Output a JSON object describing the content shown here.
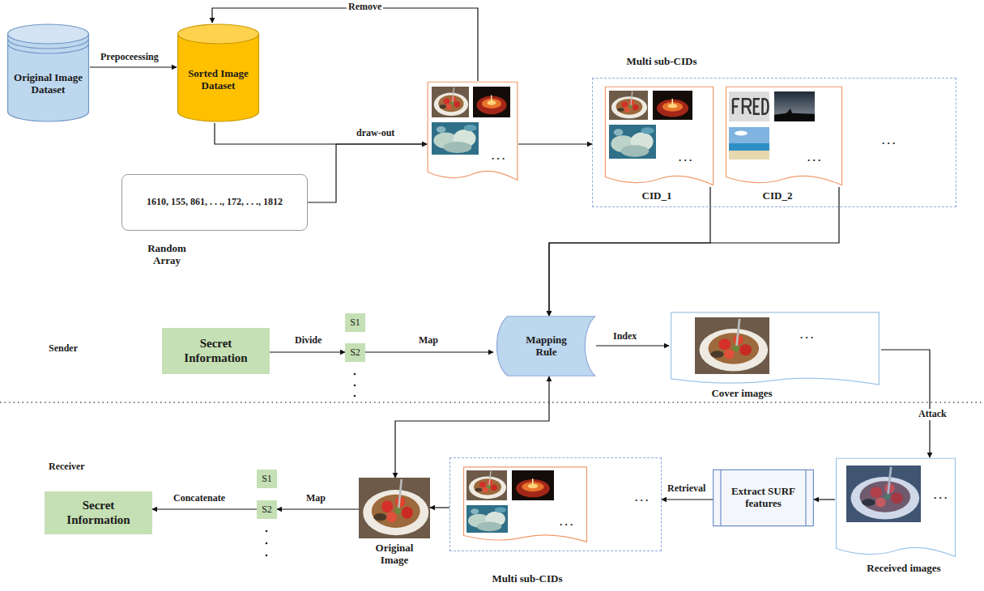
{
  "diagram": {
    "nodes": [
      {
        "text": [
          "Original Image Dataset"
        ]
      },
      {
        "text": [
          "Sorted Image Dataset"
        ]
      },
      {
        "text": [
          "1610, 155, 861, . . ., 172, . . ., 1812",
          "Random Array"
        ]
      },
      {
        "text": [
          ". . ."
        ]
      },
      {
        "text": [
          "Multi sub-CIDs",
          ". . ."
        ]
      },
      {
        "text": [
          ". . .",
          "CID_1"
        ],
        "in": 4
      },
      {
        "text": [
          ". . .",
          "CID_2"
        ],
        "in": 4
      },
      {
        "text": [
          "Secret Information"
        ]
      },
      {
        "text": [
          "S1"
        ]
      },
      {
        "text": [
          "S2"
        ]
      },
      {
        "text": [
          "Mapping Rule"
        ]
      },
      {
        "text": [
          ". . .",
          "Cover images"
        ]
      },
      {
        "text": [
          ". . .",
          "Received images"
        ]
      },
      {
        "text": [
          "Extract SURF features"
        ]
      },
      {
        "text": [
          ". . .",
          "Multi sub-CIDs"
        ]
      },
      {
        "text": [
          ". . ."
        ],
        "in": 14
      },
      {
        "text": [
          "Original Image"
        ]
      },
      {
        "text": [
          "Secret Information"
        ]
      },
      {
        "text": [
          "S1"
        ]
      },
      {
        "text": [
          "S2"
        ]
      }
    ],
    "edges": [
      {
        "from": 0,
        "to": 1,
        "arrow": "to",
        "label": "Prepoceessing"
      },
      {
        "from": 3,
        "to": 1,
        "arrow": "to",
        "label": "Remove"
      },
      {
        "from": 1,
        "to": 3,
        "arrow": "to",
        "label": "draw-out"
      },
      {
        "from": 2,
        "to": 3,
        "arrow": "to"
      },
      {
        "from": 3,
        "to": 4,
        "arrow": "to"
      },
      {
        "from": 5,
        "to": 10,
        "arrow": "to"
      },
      {
        "from": 6,
        "to": 10,
        "arrow": "to"
      },
      {
        "from": 7,
        "to": 9,
        "arrow": "to",
        "label": "Divide"
      },
      {
        "from": 9,
        "to": 10,
        "arrow": "to",
        "label": "Map"
      },
      {
        "from": 10,
        "to": 11,
        "arrow": "to",
        "label": "Index"
      },
      {
        "from": 11,
        "to": 12,
        "arrow": "to",
        "label": "Attack"
      },
      {
        "from": 12,
        "to": 13,
        "arrow": "to"
      },
      {
        "from": 13,
        "to": 14,
        "arrow": "to",
        "label": "Retrieval"
      },
      {
        "from": 14,
        "to": 16,
        "arrow": "to"
      },
      {
        "from": 10,
        "to": 16,
        "arrow": "both"
      },
      {
        "from": 16,
        "to": 19,
        "arrow": "to",
        "label": "Map"
      },
      {
        "from": 19,
        "to": 17,
        "arrow": "to",
        "label": "Concatenate"
      }
    ],
    "labels": [
      "Sender",
      "Receiver"
    ]
  }
}
